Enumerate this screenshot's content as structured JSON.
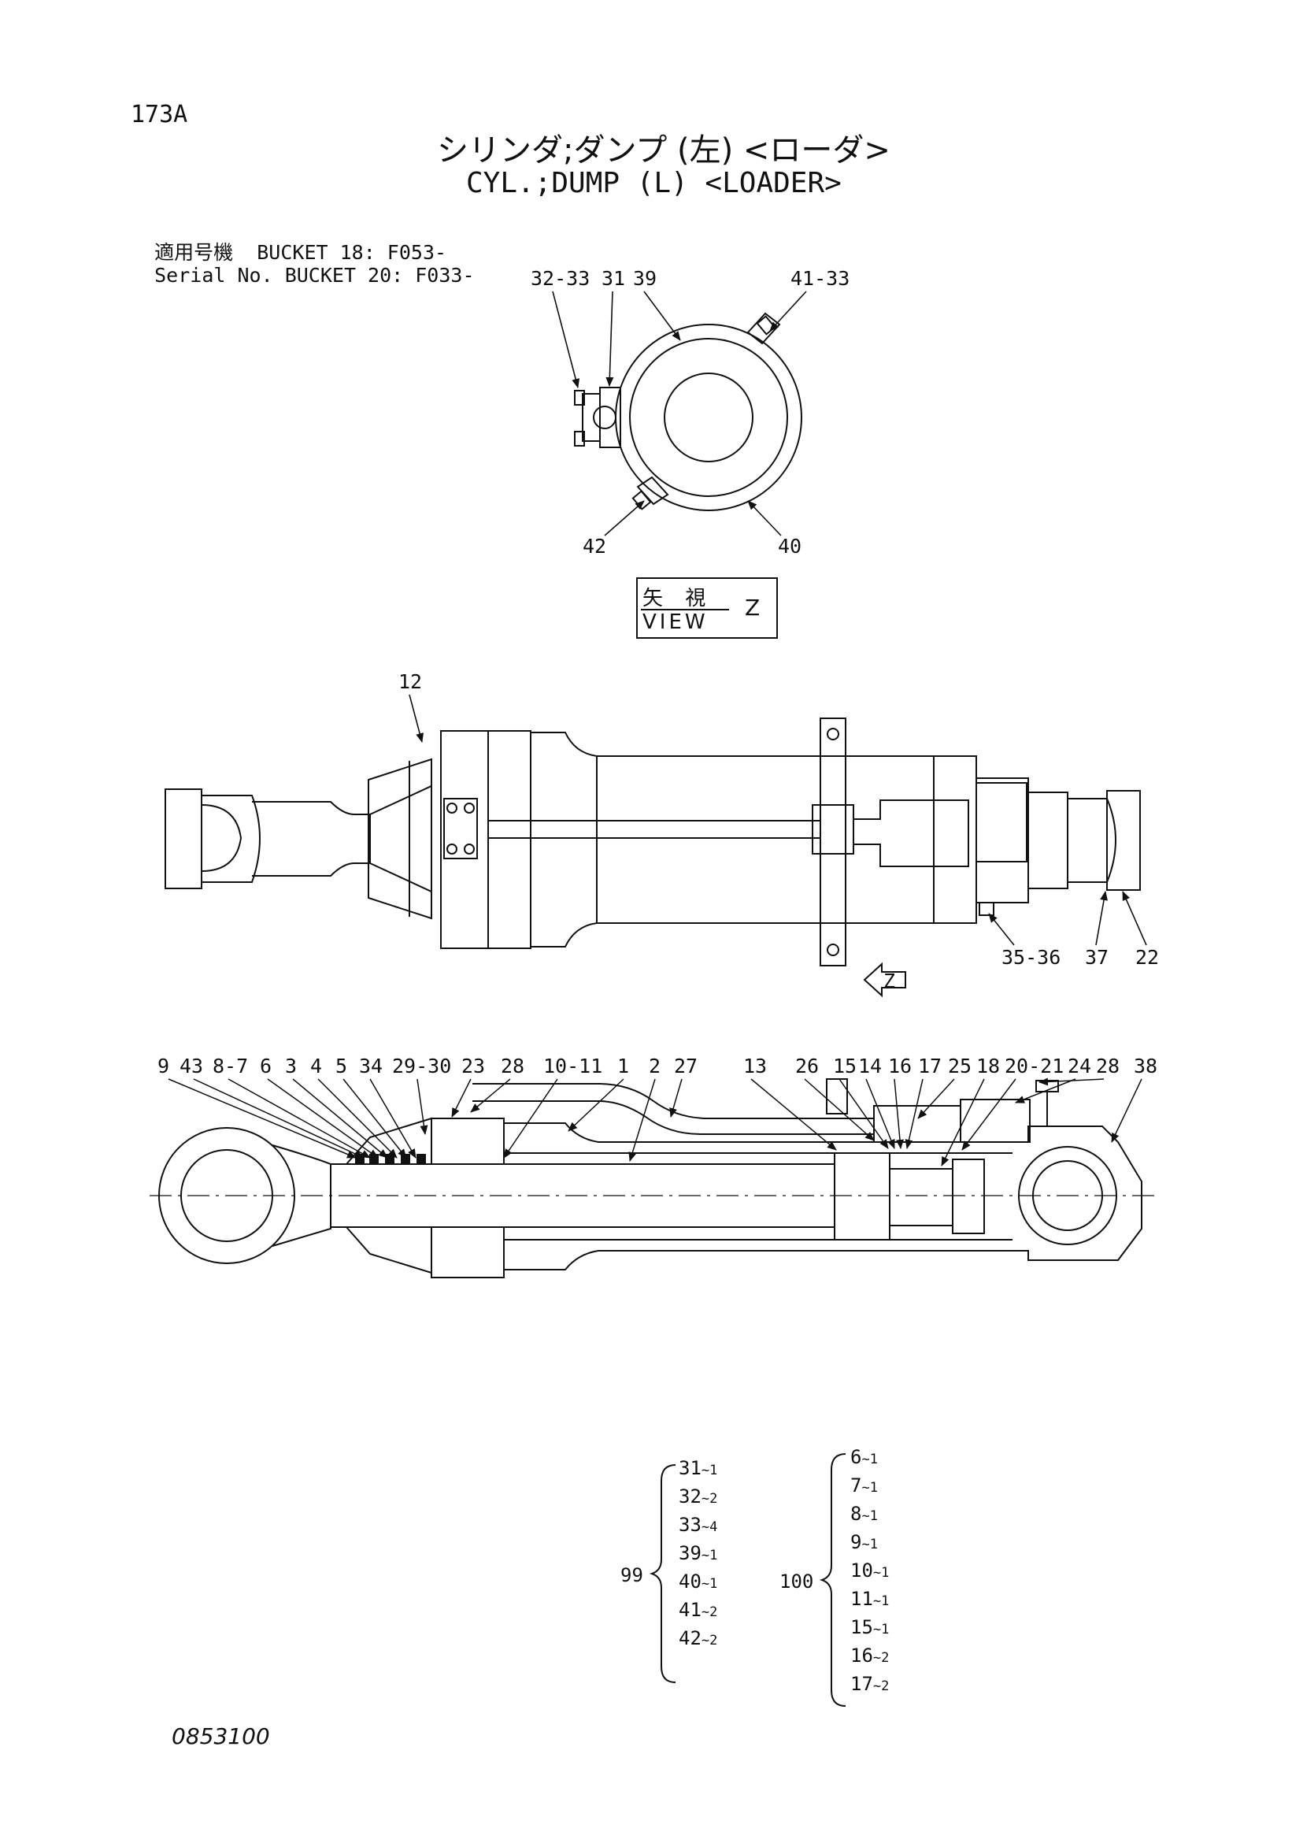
{
  "header": {
    "page_number": "173A",
    "title_jp": "シリンダ;ダンプ (左) <ローダ>",
    "title_en": "CYL.;DUMP (L) <LOADER>"
  },
  "serial": {
    "label_jp": "適用号機",
    "label_en": "Serial No.",
    "bucket18": "BUCKET 18: F053-",
    "bucket20": "BUCKET 20: F033-"
  },
  "view_z": {
    "label_jp": "矢 視",
    "label_en": "VIEW",
    "letter": "Z",
    "arrow_letter": "Z"
  },
  "end_view_callouts": [
    "32-33",
    "31",
    "39",
    "41-33",
    "42",
    "40"
  ],
  "side_view_callouts": [
    "12",
    "35-36",
    "37",
    "22"
  ],
  "section_callouts": [
    "9",
    "43",
    "8-7",
    "6",
    "3",
    "4",
    "5",
    "34",
    "29-30",
    "23",
    "28",
    "10-11",
    "1",
    "2",
    "27",
    "13",
    "26",
    "15",
    "14",
    "16",
    "17",
    "25",
    "18",
    "20-21",
    "24",
    "28",
    "38"
  ],
  "kits": [
    {
      "kit": "99",
      "items": [
        {
          "part": "31",
          "qty": "~1"
        },
        {
          "part": "32",
          "qty": "~2"
        },
        {
          "part": "33",
          "qty": "~4"
        },
        {
          "part": "39",
          "qty": "~1"
        },
        {
          "part": "40",
          "qty": "~1"
        },
        {
          "part": "41",
          "qty": "~2"
        },
        {
          "part": "42",
          "qty": "~2"
        }
      ]
    },
    {
      "kit": "100",
      "items": [
        {
          "part": "6",
          "qty": "~1"
        },
        {
          "part": "7",
          "qty": "~1"
        },
        {
          "part": "8",
          "qty": "~1"
        },
        {
          "part": "9",
          "qty": "~1"
        },
        {
          "part": "10",
          "qty": "~1"
        },
        {
          "part": "11",
          "qty": "~1"
        },
        {
          "part": "15",
          "qty": "~1"
        },
        {
          "part": "16",
          "qty": "~2"
        },
        {
          "part": "17",
          "qty": "~2"
        }
      ]
    }
  ],
  "part_code": "0853100"
}
